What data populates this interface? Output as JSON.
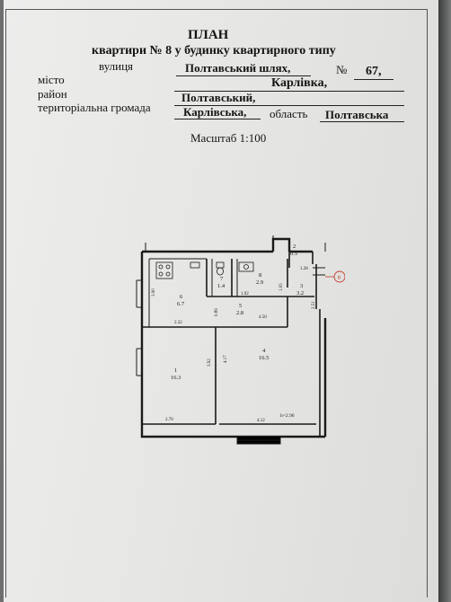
{
  "title": "ПЛАН",
  "subtitle": "квартири  № 8 у будинку квартирного типу",
  "fields": {
    "street_label": "вулиця",
    "street_value": "Полтавський шлях,",
    "number_label": "№",
    "number_value": "67,",
    "city_label": "місто",
    "city_value": "Карлівка,",
    "district_label": "район",
    "district_value": "Полтавський,",
    "community_label": "територіальна громада",
    "community_value": "Карлівська,",
    "region_label": "область",
    "region_value": "Полтавська"
  },
  "scale": "Масштаб 1:100",
  "apartment_marker": "8",
  "rooms": [
    {
      "num": "1",
      "area": "16.3"
    },
    {
      "num": "2",
      "area": "0.5"
    },
    {
      "num": "3",
      "area": "3.2"
    },
    {
      "num": "4",
      "area": "16.5"
    },
    {
      "num": "5",
      "area": "2.8"
    },
    {
      "num": "6",
      "area": "6.7"
    },
    {
      "num": "7",
      "area": "1.4"
    },
    {
      "num": "8",
      "area": "2.9"
    }
  ],
  "dimensions": {
    "d_3_90": "3.90",
    "d_2_32": "2.32",
    "d_0_89": "0.89",
    "d_3_92": "3.92",
    "d_2_70": "2.70",
    "d_4_17": "4.17",
    "d_4_12": "4.12",
    "d_4_50": "4.50",
    "d_1_92": "1.92",
    "d_1_05": "1.05",
    "d_1_28": "1.28",
    "d_2_51": "2.51",
    "height": "h=2.90"
  },
  "colors": {
    "ink": "#1a1a1a",
    "paper": "#e8e8e6",
    "marker": "#c0392b"
  }
}
